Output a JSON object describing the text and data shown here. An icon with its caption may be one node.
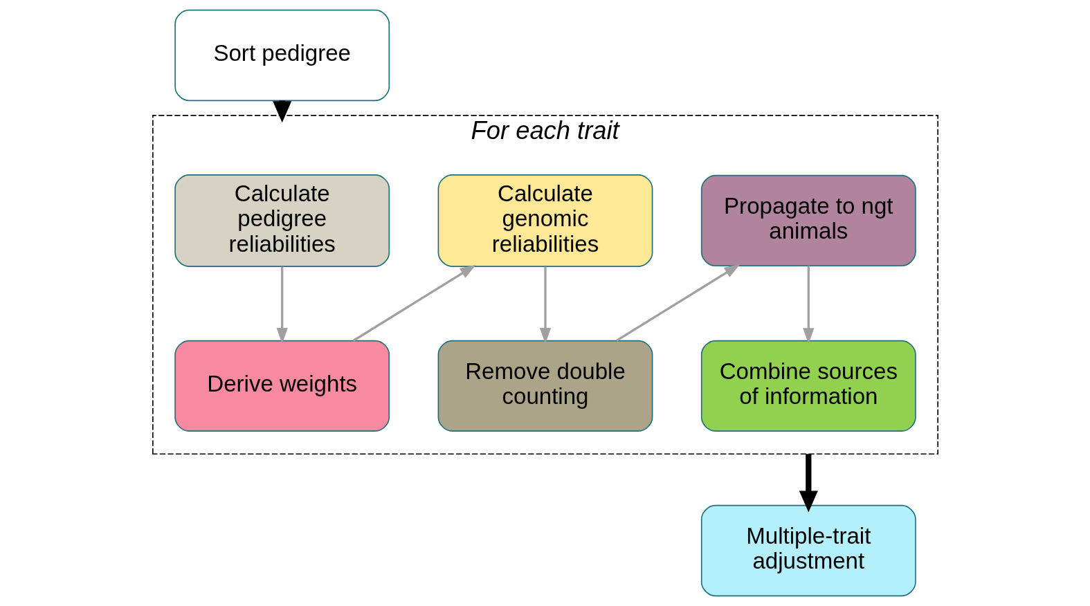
{
  "diagram": {
    "nodes": [
      {
        "text": [
          "Sort pedigree"
        ]
      },
      {
        "text": [
          "For each trait"
        ]
      },
      {
        "text": [
          "Calculate pedigree reliabilities"
        ],
        "in": 1
      },
      {
        "text": [
          "Derive weights"
        ],
        "in": 1
      },
      {
        "text": [
          "Calculate genomic reliabilities"
        ],
        "in": 1
      },
      {
        "text": [
          "Remove double counting"
        ],
        "in": 1
      },
      {
        "text": [
          "Propagate to ngt animals"
        ],
        "in": 1
      },
      {
        "text": [
          "Combine sources of information"
        ],
        "in": 1
      },
      {
        "text": [
          "Multiple-trait adjustment"
        ]
      }
    ],
    "edges": [
      {
        "from": 0,
        "to": 1,
        "arrow": "to",
        "style": "thick",
        "color": "#000000"
      },
      {
        "from": 2,
        "to": 3,
        "arrow": "to"
      },
      {
        "from": 3,
        "to": 4,
        "arrow": "to"
      },
      {
        "from": 4,
        "to": 5,
        "arrow": "to"
      },
      {
        "from": 5,
        "to": 6,
        "arrow": "to"
      },
      {
        "from": 6,
        "to": 7,
        "arrow": "to"
      },
      {
        "from": 1,
        "to": 8,
        "arrow": "to",
        "style": "thick",
        "color": "#000000"
      }
    ]
  }
}
